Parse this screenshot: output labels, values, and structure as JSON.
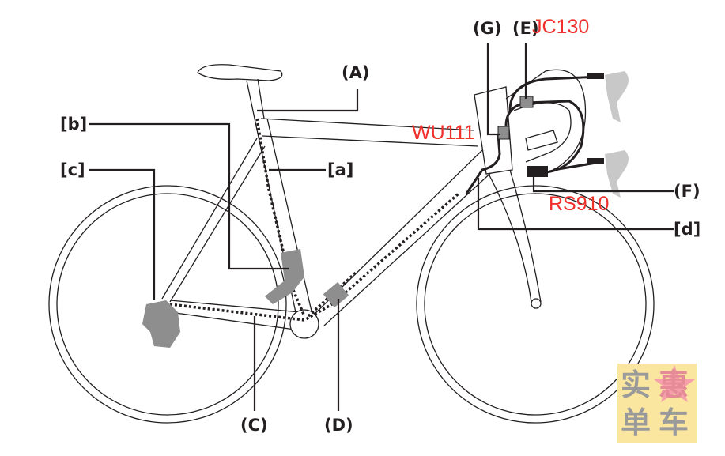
{
  "labels": {
    "A": "(A)",
    "b": "[b]",
    "c": "[c]",
    "a": "[a]",
    "C": "(C)",
    "D": "(D)",
    "G": "(G)",
    "E": "(E)",
    "F": "(F)",
    "d": "[d]"
  },
  "annotations": {
    "jc": "JC130",
    "wu": "WU111",
    "rs": "RS910"
  },
  "watermark": {
    "text": "实惠单车"
  },
  "colors": {
    "annotation": "#f0302c",
    "component": "#8e8e8e",
    "line": "#231f20"
  }
}
